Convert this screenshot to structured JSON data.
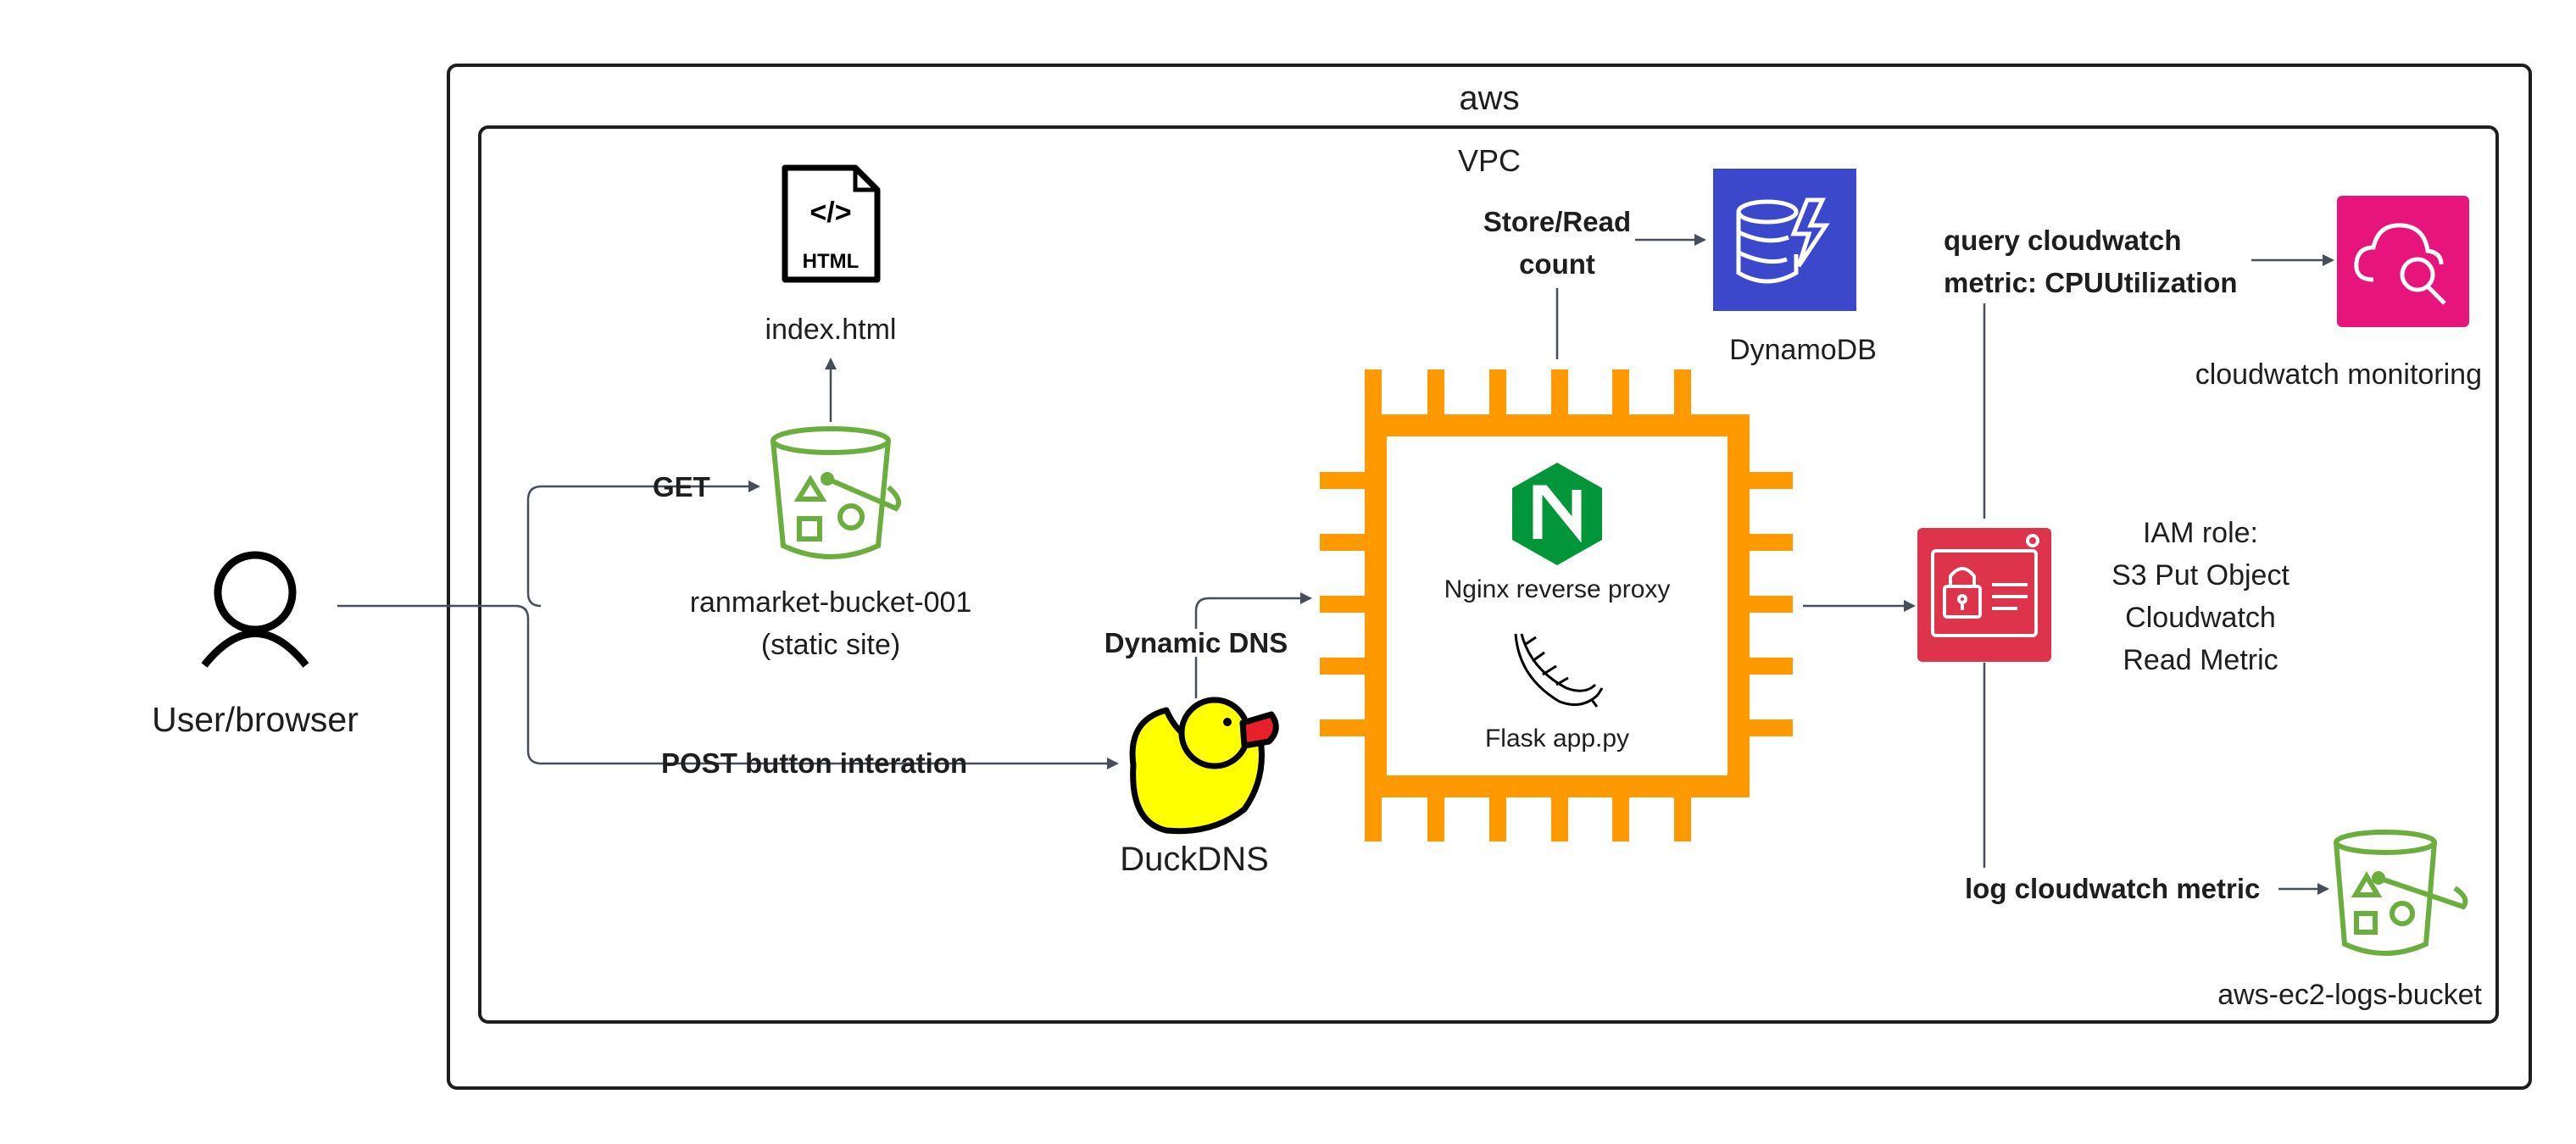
{
  "containers": {
    "aws": "aws",
    "vpc": "VPC"
  },
  "nodes": {
    "user": "User/browser",
    "index_html": "index.html",
    "html_icon_text": "HTML",
    "s3_bucket": {
      "line1": "ranmarket-bucket-001",
      "line2": "(static site)"
    },
    "duckdns": "DuckDNS",
    "nginx": "Nginx reverse proxy",
    "flask": "Flask app.py",
    "dynamodb": "DynamoDB",
    "iam_role": {
      "line1": "IAM role:",
      "line2": "S3 Put Object",
      "line3": "Cloudwatch",
      "line4": "Read Metric"
    },
    "cloudwatch": "cloudwatch monitoring",
    "logs_bucket": "aws-ec2-logs-bucket"
  },
  "edges": {
    "get": "GET",
    "post": "POST button interation",
    "dynamic_dns": "Dynamic DNS",
    "store_read": {
      "line1": "Store/Read",
      "line2": "count"
    },
    "query_cw": {
      "line1": "query cloudwatch",
      "line2": "metric: CPUUtilization"
    },
    "log_cw": "log cloudwatch metric"
  },
  "colors": {
    "s3_green": "#6cae3e",
    "ec2_orange": "#ff9900",
    "nginx_green": "#009639",
    "duck_yellow": "#ffff00",
    "duck_beak": "#e8202a",
    "dynamodb_blue": "#3b48cc",
    "iam_red": "#dd344c",
    "cloudwatch_pink": "#e7157b",
    "line": "#464e59",
    "border": "#1e1e1e"
  },
  "icons": {
    "user": "user-icon",
    "html": "html-file-icon",
    "s3": "s3-bucket-icon",
    "duck": "duckdns-duck-icon",
    "ec2": "ec2-chip-icon",
    "nginx": "nginx-logo-icon",
    "flask": "flask-horn-icon",
    "dynamodb": "dynamodb-icon",
    "iam": "iam-role-icon",
    "cloudwatch": "cloudwatch-icon"
  }
}
